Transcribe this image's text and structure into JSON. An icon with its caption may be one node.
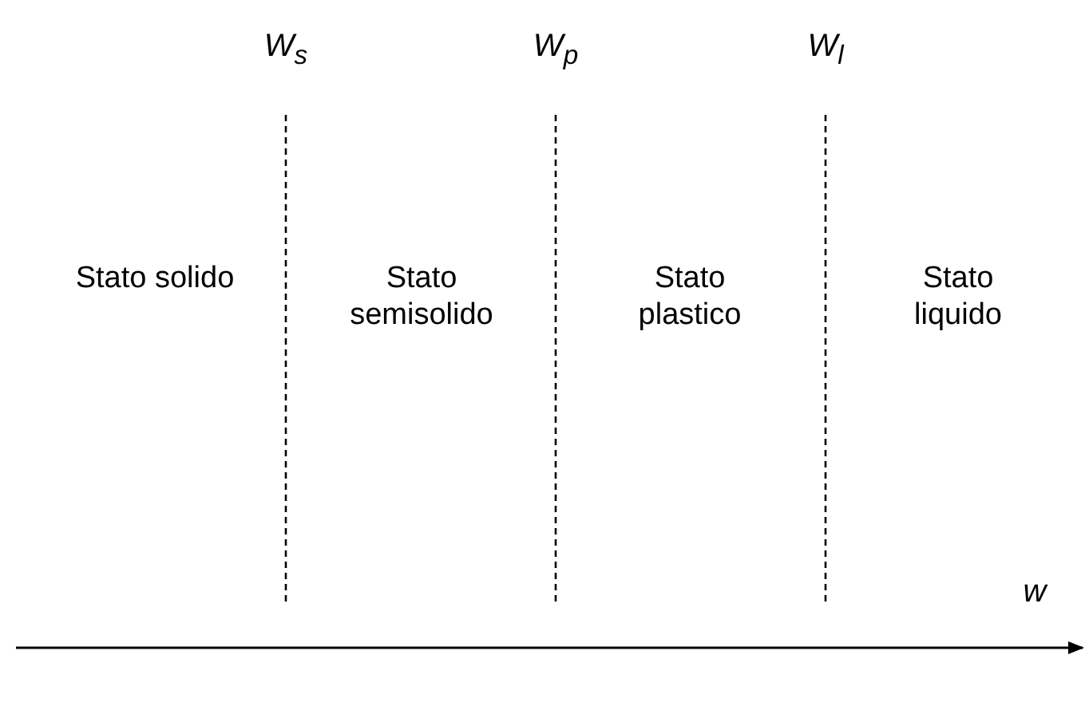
{
  "diagram": {
    "labels": [
      "W$_{s}$",
      "W$_{p}$",
      "W$_{l}$",
      "Stato solido",
      "Stato semisolido",
      "Stato plastico",
      "Stato liquido",
      "w"
    ]
  }
}
